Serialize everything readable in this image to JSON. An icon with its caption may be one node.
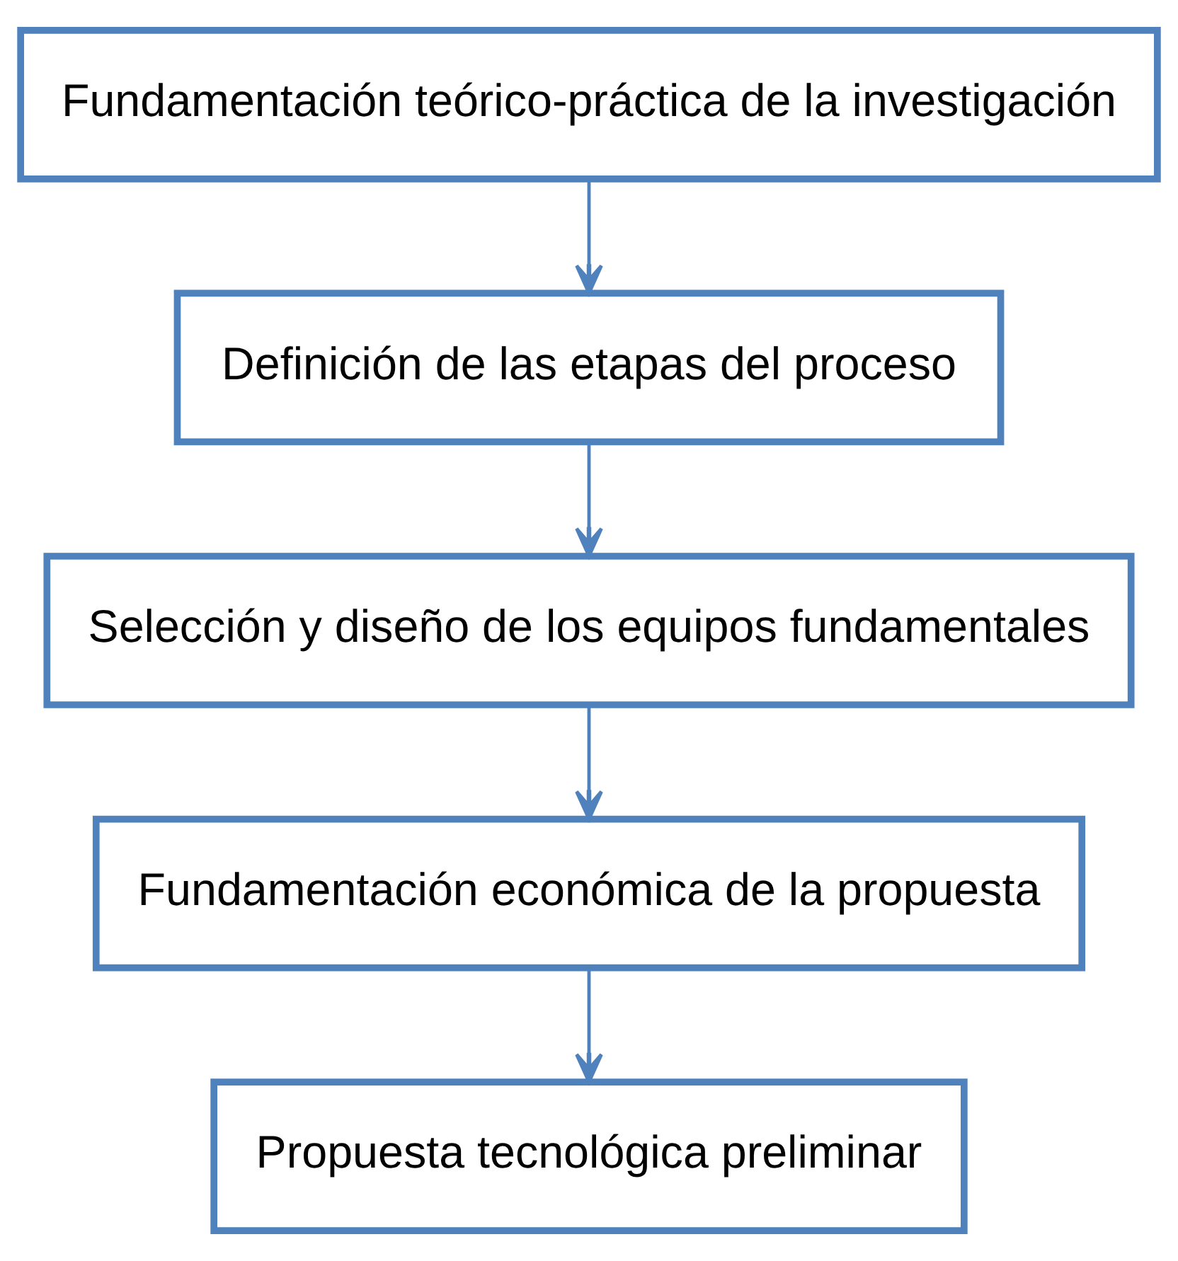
{
  "diagram": {
    "nodes": [
      {
        "text": [
          "Fundamentación teórico-práctica de la investigación"
        ]
      },
      {
        "text": [
          "Definición de las etapas del proceso"
        ]
      },
      {
        "text": [
          "Selección y diseño de los equipos fundamentales"
        ]
      },
      {
        "text": [
          "Fundamentación económica de la propuesta"
        ]
      },
      {
        "text": [
          "Propuesta tecnológica preliminar"
        ]
      }
    ],
    "edges": [
      {
        "from": 0,
        "to": 1,
        "arrow": "to"
      },
      {
        "from": 1,
        "to": 2,
        "arrow": "to"
      },
      {
        "from": 2,
        "to": 3,
        "arrow": "to"
      },
      {
        "from": 3,
        "to": 4,
        "arrow": "to"
      }
    ]
  }
}
